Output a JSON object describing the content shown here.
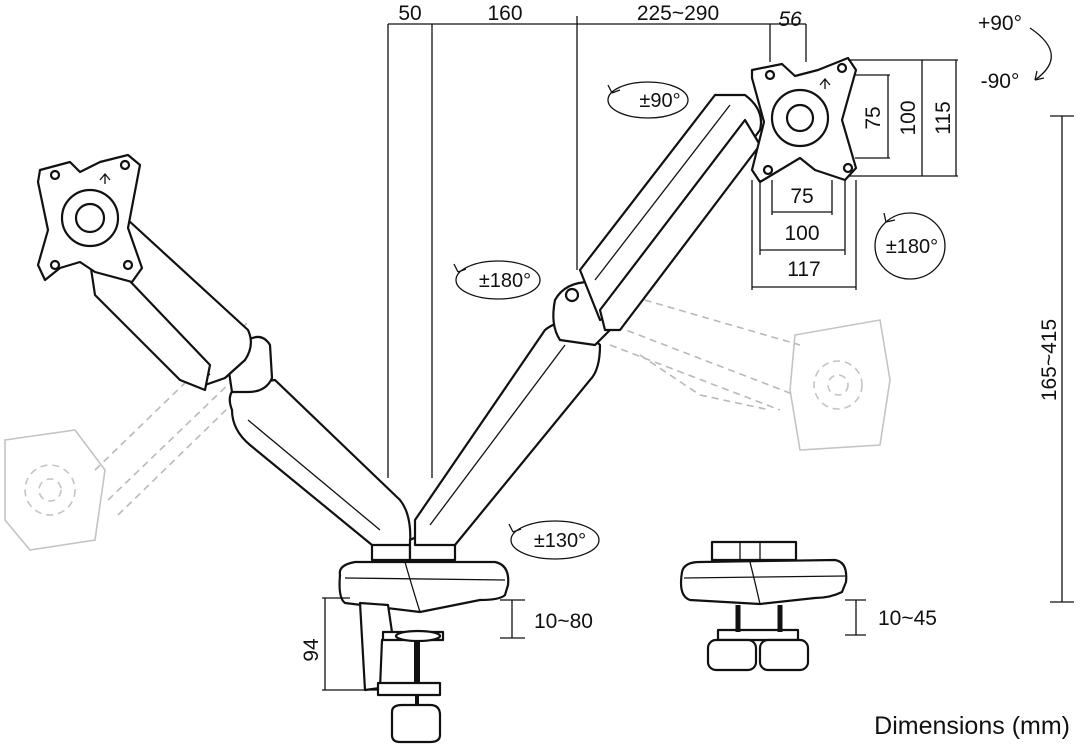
{
  "diagram": {
    "caption": "Dimensions (mm)",
    "top_dimensions": [
      "50",
      "160",
      "225~290",
      "56"
    ],
    "mount_vertical": [
      "75",
      "100",
      "115"
    ],
    "mount_horizontal": [
      "75",
      "100",
      "117"
    ],
    "height_range": "165~415",
    "base_height": "94",
    "desk_clamp_range": "10~80",
    "grommet_range": "10~45",
    "rotations": {
      "rotation": "±90°",
      "swivel": "±180°",
      "tilt_up": "+90°",
      "tilt_down": "-90°",
      "panel_swivel": "±180°",
      "arm_swivel": "±130°"
    }
  }
}
